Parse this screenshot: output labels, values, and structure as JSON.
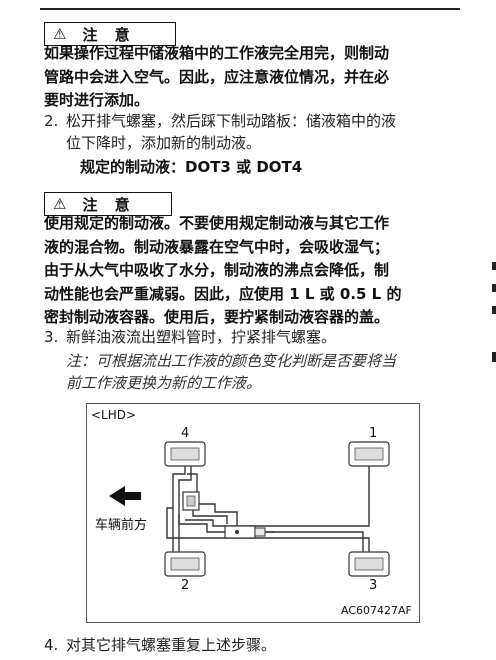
{
  "caution_title": "注 意",
  "caution1_lines": [
    "如果操作过程中储液箱中的工作液完全用完，则制动",
    "管路中会进入空气。因此，应注意液位情况，并在必",
    "要时进行添加。"
  ],
  "step2": {
    "num": "2.",
    "line1": "松开排气螺塞，然后踩下制动踏板：储液箱中的液",
    "line2": "位下降时，添加新的制动液。"
  },
  "fluid_spec": "规定的制动液：DOT3 或 DOT4",
  "caution2_lines": [
    "使用规定的制动液。不要使用规定制动液与其它工作",
    "液的混合物。制动液暴露在空气中时，会吸收湿气；",
    "由于从大气中吸收了水分，制动液的沸点会降低，制",
    "动性能也会严重减弱。因此，应使用 1 L 或 0.5 L 的",
    "密封制动液容器。使用后，要拧紧制动液容器的盖。"
  ],
  "step3": {
    "num": "3.",
    "text": "新鲜油液流出塑料管时，拧紧排气螺塞。"
  },
  "note_lines": [
    "注：可根据流出工作液的颜色变化判断是否要将当",
    "前工作液更换为新的工作液。"
  ],
  "figure": {
    "tag": "<LHD>",
    "wheel_1": "1",
    "wheel_2": "2",
    "wheel_3": "3",
    "wheel_4": "4",
    "front_label": "车辆前方",
    "code": "AC607427AF"
  },
  "step4": {
    "num": "4.",
    "text": "对其它排气螺塞重复上述步骤。"
  }
}
